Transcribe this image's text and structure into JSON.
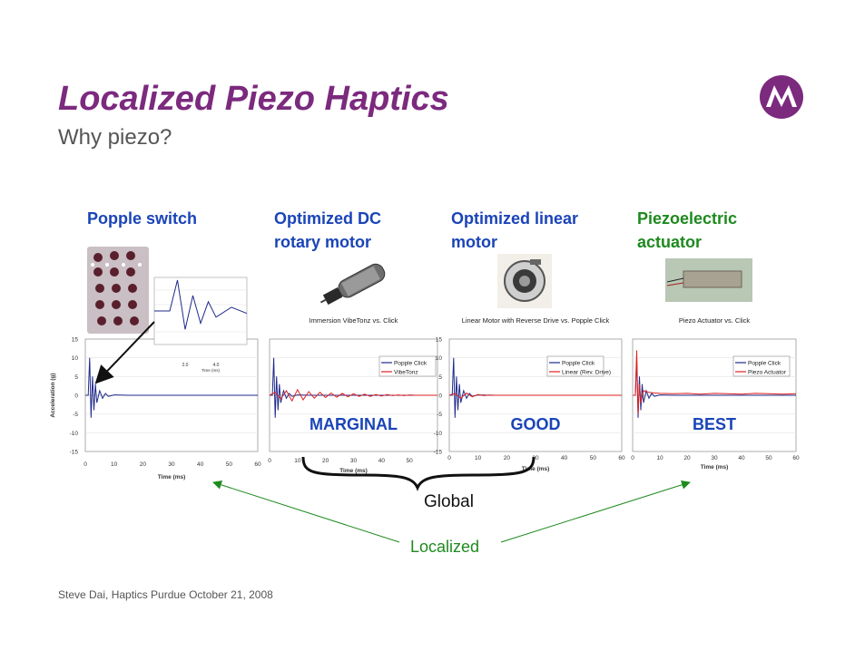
{
  "slide": {
    "title": "Localized Piezo Haptics",
    "subtitle": "Why piezo?",
    "footer": "Steve Dai, Haptics Purdue October 21, 2008",
    "brace_label": "Global",
    "arrow_label": "Localized"
  },
  "columns": [
    {
      "heading_lines": [
        "Popple switch"
      ],
      "color": "#1a44b8",
      "rating": "",
      "photo": "popple-switch-dome-array-photo"
    },
    {
      "heading_lines": [
        "Optimized DC",
        "rotary motor"
      ],
      "color": "#1a44b8",
      "rating": "MARGINAL",
      "photo": "dc-rotary-motor-photo"
    },
    {
      "heading_lines": [
        "Optimized linear",
        "motor"
      ],
      "color": "#1a44b8",
      "rating": "GOOD",
      "photo": "linear-motor-photo"
    },
    {
      "heading_lines": [
        "Piezoelectric",
        "actuator"
      ],
      "color": "#1e8a1e",
      "rating": "BEST",
      "photo": "piezo-actuator-photo"
    }
  ],
  "colors": {
    "title": "#7b2a7e",
    "rating": "#1a44b8",
    "popple": "#1f2a8a",
    "comparison": "#e02020",
    "arrow": "#1e8a1e"
  },
  "chart_data": [
    {
      "type": "line",
      "title": "",
      "xlabel": "Time (ms)",
      "ylabel": "Acceleration (g)",
      "xlim": [
        0,
        60
      ],
      "ylim": [
        -15,
        15
      ],
      "xticks": [
        0,
        10,
        20,
        30,
        40,
        50,
        60
      ],
      "yticks": [
        15,
        10,
        5,
        0,
        -5,
        -10,
        -15
      ],
      "series": [
        {
          "x": [
            0,
            1,
            1.5,
            2,
            2.5,
            3,
            3.5,
            4,
            5,
            6,
            7,
            8,
            10,
            15,
            20,
            30,
            40,
            50,
            60
          ],
          "y": [
            0,
            0,
            10,
            -6,
            5,
            -4,
            3,
            -2,
            1.2,
            -0.8,
            0.5,
            -0.3,
            0.1,
            0,
            0,
            0,
            0,
            0,
            0
          ]
        }
      ],
      "inset": {
        "xticks": [
          2.0,
          4.0
        ],
        "xlabel": "Time (ms)"
      }
    },
    {
      "type": "line",
      "title": "Immersion VibeTonz vs. Click",
      "xlabel": "Time (ms)",
      "xlim": [
        0,
        60
      ],
      "ylim": [
        -15,
        15
      ],
      "xticks": [
        0,
        10,
        20,
        30,
        40,
        50
      ],
      "series": [
        {
          "name": "Popple Click",
          "x": [
            0,
            1,
            1.5,
            2,
            2.5,
            3,
            3.5,
            4,
            5,
            6,
            7,
            8,
            10,
            15,
            20,
            30,
            40,
            50,
            60
          ],
          "y": [
            0,
            0,
            10,
            -6,
            5,
            -4,
            3,
            -2,
            1.2,
            -0.8,
            0.5,
            -0.3,
            0.1,
            0,
            0,
            0,
            0,
            0,
            0
          ]
        },
        {
          "name": "VibeTonz",
          "x": [
            0,
            2,
            4,
            6,
            8,
            10,
            12,
            14,
            16,
            18,
            20,
            22,
            24,
            26,
            28,
            30,
            32,
            34,
            36,
            38,
            40,
            42,
            44,
            46,
            48,
            50,
            52,
            54,
            56,
            58,
            60
          ],
          "y": [
            0,
            0.8,
            -1,
            1.2,
            -1.5,
            1.5,
            -1.2,
            1,
            -0.8,
            0.8,
            -0.6,
            0.6,
            -0.5,
            0.5,
            -0.4,
            0.4,
            -0.3,
            0.3,
            -0.3,
            0.2,
            -0.2,
            0.2,
            -0.1,
            0.1,
            -0.1,
            0.1,
            0,
            0,
            0,
            0,
            0
          ]
        }
      ]
    },
    {
      "type": "line",
      "title": "Linear Motor with Reverse Drive vs. Popple Click",
      "xlabel": "Time (ms)",
      "xlim": [
        0,
        60
      ],
      "ylim": [
        -15,
        15
      ],
      "xticks": [
        0,
        10,
        20,
        30,
        40,
        50,
        60
      ],
      "yticks": [
        15,
        10,
        5,
        0,
        -5,
        -10,
        -15
      ],
      "series": [
        {
          "name": "Popple Click",
          "x": [
            0,
            1,
            1.5,
            2,
            2.5,
            3,
            3.5,
            4,
            5,
            6,
            7,
            8,
            10,
            15,
            20,
            30,
            40,
            50,
            60
          ],
          "y": [
            0,
            0,
            10,
            -6,
            5,
            -4,
            3,
            -2,
            1.2,
            -0.8,
            0.5,
            -0.3,
            0.1,
            0,
            0,
            0,
            0,
            0,
            0
          ]
        },
        {
          "name": "Linear (Rev. Drive)",
          "x": [
            0,
            2,
            4,
            6,
            8,
            10,
            12,
            14,
            16,
            20,
            30,
            40,
            50,
            60
          ],
          "y": [
            0,
            0.5,
            -0.8,
            0.6,
            -0.4,
            0.2,
            -0.1,
            0.05,
            0,
            0,
            0,
            0,
            0,
            0
          ]
        }
      ]
    },
    {
      "type": "line",
      "title": "Piezo Actuator vs. Click",
      "xlabel": "Time (ms)",
      "xlim": [
        0,
        60
      ],
      "ylim": [
        -15,
        15
      ],
      "xticks": [
        0,
        10,
        20,
        30,
        40,
        50,
        60
      ],
      "series": [
        {
          "name": "Popple Click",
          "x": [
            0,
            1,
            1.5,
            2,
            2.5,
            3,
            3.5,
            4,
            5,
            6,
            7,
            8,
            10,
            15,
            20,
            30,
            40,
            50,
            60
          ],
          "y": [
            0,
            0,
            10,
            -6,
            5,
            -4,
            3,
            -2,
            1.2,
            -0.8,
            0.5,
            -0.3,
            0.1,
            0,
            0,
            0,
            0,
            0,
            0
          ]
        },
        {
          "name": "Piezo Actuator",
          "x": [
            0,
            1,
            1.5,
            2,
            2.5,
            3,
            4,
            6,
            8,
            10,
            15,
            20,
            25,
            30,
            35,
            40,
            45,
            50,
            55,
            60
          ],
          "y": [
            0,
            0,
            12,
            -5,
            3,
            -2,
            1.2,
            0.8,
            0.6,
            0.5,
            0.4,
            0.5,
            0.3,
            0.5,
            0.4,
            0.3,
            0.5,
            0.4,
            0.3,
            0.4
          ]
        }
      ]
    }
  ]
}
